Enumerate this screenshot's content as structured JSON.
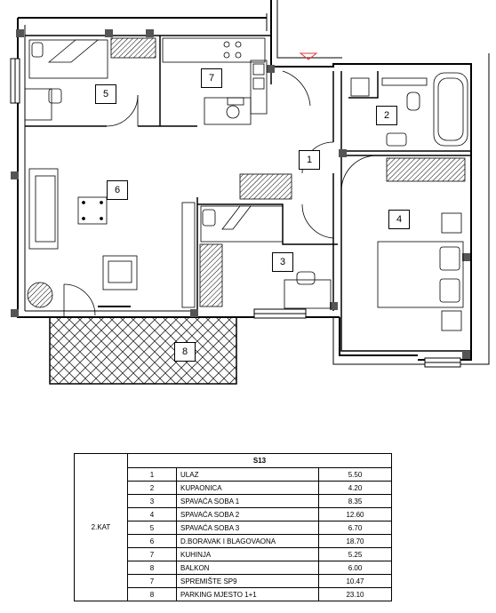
{
  "rooms": [
    {
      "id": "1"
    },
    {
      "id": "2"
    },
    {
      "id": "3"
    },
    {
      "id": "4"
    },
    {
      "id": "5"
    },
    {
      "id": "6"
    },
    {
      "id": "7"
    },
    {
      "id": "8"
    }
  ],
  "schedule": {
    "title": "S13",
    "floor": "2.KAT",
    "rows": [
      {
        "num": "1",
        "name": "ULAZ",
        "area": "5.50"
      },
      {
        "num": "2",
        "name": "KUPAONICA",
        "area": "4.20"
      },
      {
        "num": "3",
        "name": "SPAVAĆA SOBA 1",
        "area": "8.35"
      },
      {
        "num": "4",
        "name": "SPAVAĆA SOBA 2",
        "area": "12.60"
      },
      {
        "num": "5",
        "name": "SPAVAĆA SOBA 3",
        "area": "6.70"
      },
      {
        "num": "6",
        "name": "D.BORAVAK I BLAGOVAONA",
        "area": "18.70"
      },
      {
        "num": "7",
        "name": "KUHINJA",
        "area": "5.25"
      },
      {
        "num": "8",
        "name": "BALKON",
        "area": "6.00"
      },
      {
        "num": "7",
        "name": "SPREMIŠTE SP9",
        "area": "10.47"
      },
      {
        "num": "8",
        "name": "PARKING MJESTO 1+1",
        "area": "23.10"
      }
    ]
  }
}
